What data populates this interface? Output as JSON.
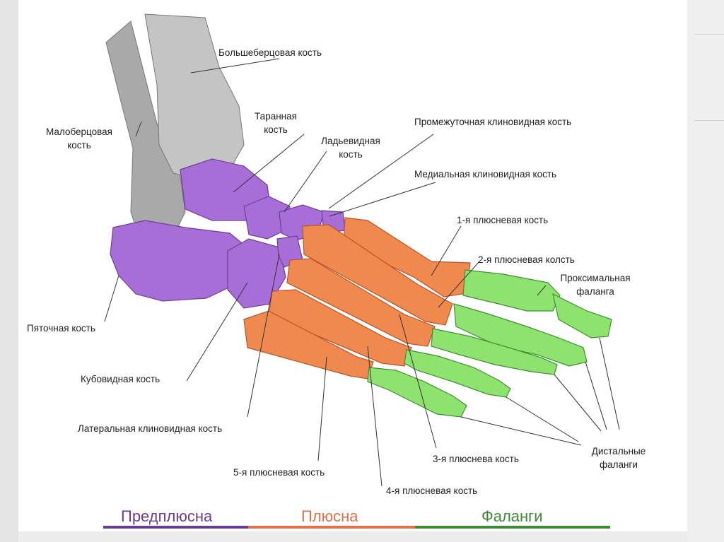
{
  "labels": {
    "tibia": "Большеберцовая кость",
    "fibula_1": "Малоберцовая",
    "fibula_2": "кость",
    "talus_1": "Таранная",
    "talus_2": "кость",
    "navicular_1": "Ладьевидная",
    "navicular_2": "кость",
    "intermediate_cuneiform": "Промежуточная клиновидная кость",
    "medial_cuneiform": "Медиальная клиновидная кость",
    "metatarsal_1": "1-я плюсневая кость",
    "metatarsal_2": "2-я плюсневая колсть",
    "proximal_phalanx_1": "Проксимальная",
    "proximal_phalanx_2": "фаланга",
    "calcaneus": "Пяточная кость",
    "cuboid": "Кубовидная кость",
    "lateral_cuneiform": "Латеральная клиновидная кость",
    "metatarsal_5": "5-я плюсневая кость",
    "metatarsal_3": "3-я плюснева кость",
    "metatarsal_4": "4-я плюсневая кость",
    "distal_phalanges_1": "Дистальные",
    "distal_phalanges_2": "фаланги"
  },
  "legend": {
    "tarsus": "Предплюсна",
    "metatarsus": "Плюсна",
    "phalanges": "Фаланги"
  },
  "colors": {
    "tarsus": "#6a3d8f",
    "metatarsus": "#e0704a",
    "phalanges": "#3e8a35",
    "tarsus_bone": "#a76ed8",
    "metatarsus_bone": "#f0894e",
    "phalanges_bone": "#8ee36e",
    "leg_bone": "#b8b8b8"
  }
}
